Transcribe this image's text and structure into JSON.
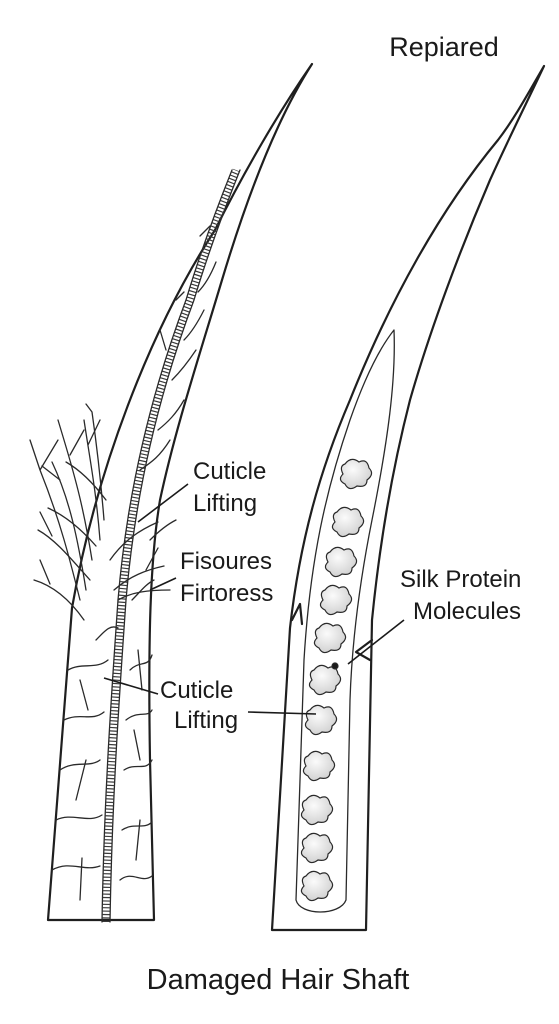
{
  "labels": {
    "title_repaired": "Repiared",
    "caption_damaged": "Damaged Hair Shaft",
    "cuticle_lifting_top": [
      "Cuticle",
      "Lifting"
    ],
    "fissures": [
      "Fisoures",
      "Firtoress"
    ],
    "cuticle_lifting_bottom": [
      "Cuticle",
      "Lifting"
    ],
    "silk_protein": [
      "Silk Protein",
      "Molecules"
    ]
  },
  "colors": {
    "ink": "#1f1f1f",
    "shaft_fill": "#ececec",
    "shaft_highlight": "#f8f8f8",
    "molecule_fill": "#d8d8d8"
  }
}
